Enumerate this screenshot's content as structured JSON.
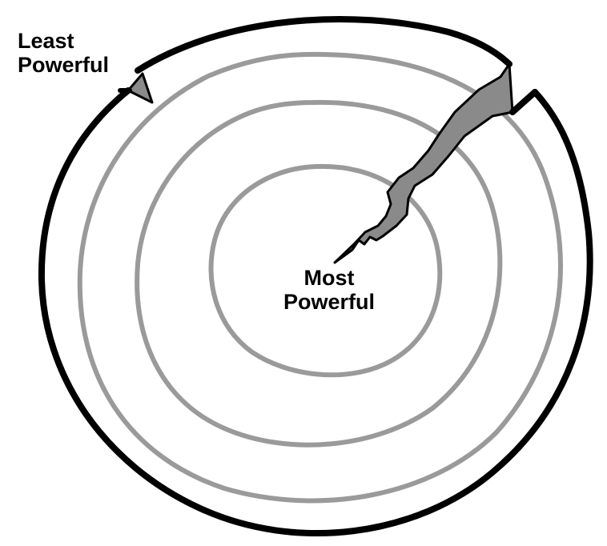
{
  "diagram": {
    "outer_label": {
      "line1": "Least",
      "line2": "Powerful"
    },
    "inner_label": {
      "line1": "Most",
      "line2": "Powerful"
    },
    "colors": {
      "outer_ring": "#000000",
      "inner_rings": "#9a9a9a",
      "crack_fill": "#8a8a8a",
      "background": "#ffffff"
    }
  }
}
